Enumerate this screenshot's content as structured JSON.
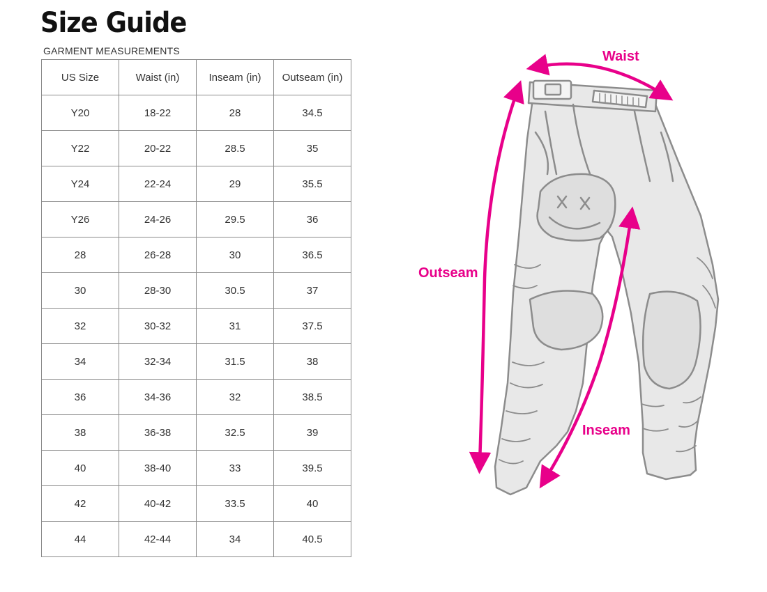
{
  "header": {
    "title": "Size Guide",
    "subtitle": "GARMENT MEASUREMENTS"
  },
  "table": {
    "columns": [
      "US Size",
      "Waist (in)",
      "Inseam (in)",
      "Outseam (in)"
    ],
    "rows": [
      [
        "Y20",
        "18-22",
        "28",
        "34.5"
      ],
      [
        "Y22",
        "20-22",
        "28.5",
        "35"
      ],
      [
        "Y24",
        "22-24",
        "29",
        "35.5"
      ],
      [
        "Y26",
        "24-26",
        "29.5",
        "36"
      ],
      [
        "28",
        "26-28",
        "30",
        "36.5"
      ],
      [
        "30",
        "28-30",
        "30.5",
        "37"
      ],
      [
        "32",
        "30-32",
        "31",
        "37.5"
      ],
      [
        "34",
        "32-34",
        "31.5",
        "38"
      ],
      [
        "36",
        "34-36",
        "32",
        "38.5"
      ],
      [
        "38",
        "36-38",
        "32.5",
        "39"
      ],
      [
        "40",
        "38-40",
        "33",
        "39.5"
      ],
      [
        "42",
        "40-42",
        "33.5",
        "40"
      ],
      [
        "44",
        "42-44",
        "34",
        "40.5"
      ]
    ]
  },
  "diagram": {
    "waist_label": "Waist",
    "outseam_label": "Outseam",
    "inseam_label": "Inseam",
    "accent_color": "#e8008a",
    "outline_color": "#8c8c8c",
    "fill_color": "#e8e8e8"
  }
}
